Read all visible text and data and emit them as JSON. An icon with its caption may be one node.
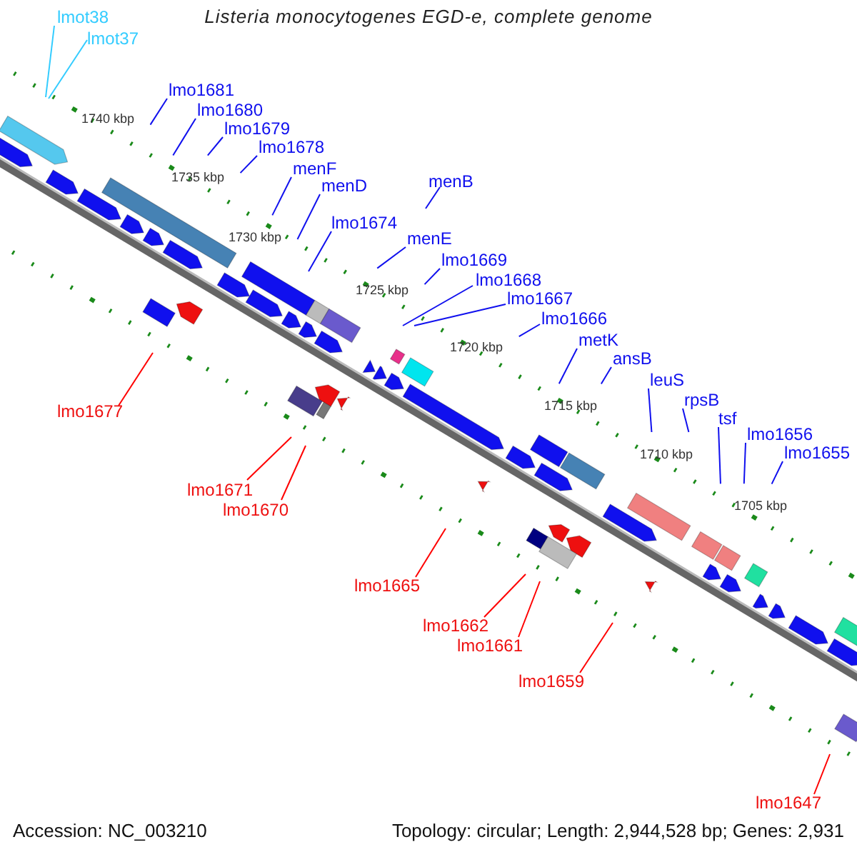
{
  "diagram": {
    "title": "Listeria monocytogenes EGD-e, complete genome",
    "nodes": [
      {
        "text": [
          "lmot38"
        ]
      },
      {
        "text": [
          "lmot37"
        ]
      },
      {
        "text": [
          "lmo1681"
        ]
      },
      {
        "text": [
          "lmo1680"
        ]
      },
      {
        "text": [
          "lmo1679"
        ]
      },
      {
        "text": [
          "lmo1678"
        ]
      },
      {
        "text": [
          "menF"
        ]
      },
      {
        "text": [
          "menD"
        ]
      },
      {
        "text": [
          "lmo1674"
        ]
      },
      {
        "text": [
          "menB"
        ]
      },
      {
        "text": [
          "menE"
        ]
      },
      {
        "text": [
          "lmo1669"
        ]
      },
      {
        "text": [
          "lmo1668"
        ]
      },
      {
        "text": [
          "lmo1667"
        ]
      },
      {
        "text": [
          "lmo1666"
        ]
      },
      {
        "text": [
          "metK"
        ]
      },
      {
        "text": [
          "ansB"
        ]
      },
      {
        "text": [
          "leuS"
        ]
      },
      {
        "text": [
          "rpsB"
        ]
      },
      {
        "text": [
          "tsf"
        ]
      },
      {
        "text": [
          "lmo1656"
        ]
      },
      {
        "text": [
          "lmo1655"
        ]
      },
      {
        "text": [
          "lmo1677"
        ]
      },
      {
        "text": [
          "lmo1671"
        ]
      },
      {
        "text": [
          "lmo1670"
        ]
      },
      {
        "text": [
          "lmo1665"
        ]
      },
      {
        "text": [
          "lmo1662"
        ]
      },
      {
        "text": [
          "lmo1661"
        ]
      },
      {
        "text": [
          "lmo1659"
        ]
      },
      {
        "text": [
          "lmo1647"
        ]
      }
    ],
    "edges": [
      {
        "from": 0,
        "to": null,
        "arrow": "none",
        "color": "#33ccff"
      },
      {
        "from": 1,
        "to": null,
        "arrow": "none",
        "color": "#33ccff"
      },
      {
        "from": 2,
        "to": null,
        "arrow": "none"
      },
      {
        "from": 3,
        "to": null,
        "arrow": "none"
      },
      {
        "from": 4,
        "to": null,
        "arrow": "none"
      },
      {
        "from": 5,
        "to": null,
        "arrow": "none"
      },
      {
        "from": 6,
        "to": null,
        "arrow": "none"
      },
      {
        "from": 7,
        "to": null,
        "arrow": "none"
      },
      {
        "from": 8,
        "to": null,
        "arrow": "none"
      },
      {
        "from": 9,
        "to": null,
        "arrow": "none"
      },
      {
        "from": 10,
        "to": null,
        "arrow": "none"
      },
      {
        "from": 11,
        "to": null,
        "arrow": "none"
      },
      {
        "from": 12,
        "to": null,
        "arrow": "none"
      },
      {
        "from": 13,
        "to": null,
        "arrow": "none"
      },
      {
        "from": 14,
        "to": null,
        "arrow": "none"
      },
      {
        "from": 15,
        "to": null,
        "arrow": "none"
      },
      {
        "from": 16,
        "to": null,
        "arrow": "none"
      },
      {
        "from": 17,
        "to": null,
        "arrow": "none"
      },
      {
        "from": 18,
        "to": null,
        "arrow": "none"
      },
      {
        "from": 19,
        "to": null,
        "arrow": "none"
      },
      {
        "from": 20,
        "to": null,
        "arrow": "none"
      },
      {
        "from": 21,
        "to": null,
        "arrow": "none"
      },
      {
        "from": 22,
        "to": null,
        "arrow": "none",
        "color": "#ff0000"
      },
      {
        "from": 23,
        "to": null,
        "arrow": "none",
        "color": "#ff0000"
      },
      {
        "from": 24,
        "to": null,
        "arrow": "none",
        "color": "#ff0000"
      },
      {
        "from": 25,
        "to": null,
        "arrow": "none",
        "color": "#ff0000"
      },
      {
        "from": 26,
        "to": null,
        "arrow": "none",
        "color": "#ff0000"
      },
      {
        "from": 27,
        "to": null,
        "arrow": "none",
        "color": "#ff0000"
      },
      {
        "from": 28,
        "to": null,
        "arrow": "none",
        "color": "#ff0000"
      },
      {
        "from": 29,
        "to": null,
        "arrow": "none",
        "color": "#ff0000"
      }
    ],
    "labels": [
      "1740 kbp",
      "1735 kbp",
      "1730 kbp",
      "1725 kbp",
      "1720 kbp",
      "1715 kbp",
      "1710 kbp",
      "1705 kbp",
      "Accession: NC_003210",
      "Topology: circular; Length: 2,944,528 bp; Genes: 2,931"
    ]
  }
}
